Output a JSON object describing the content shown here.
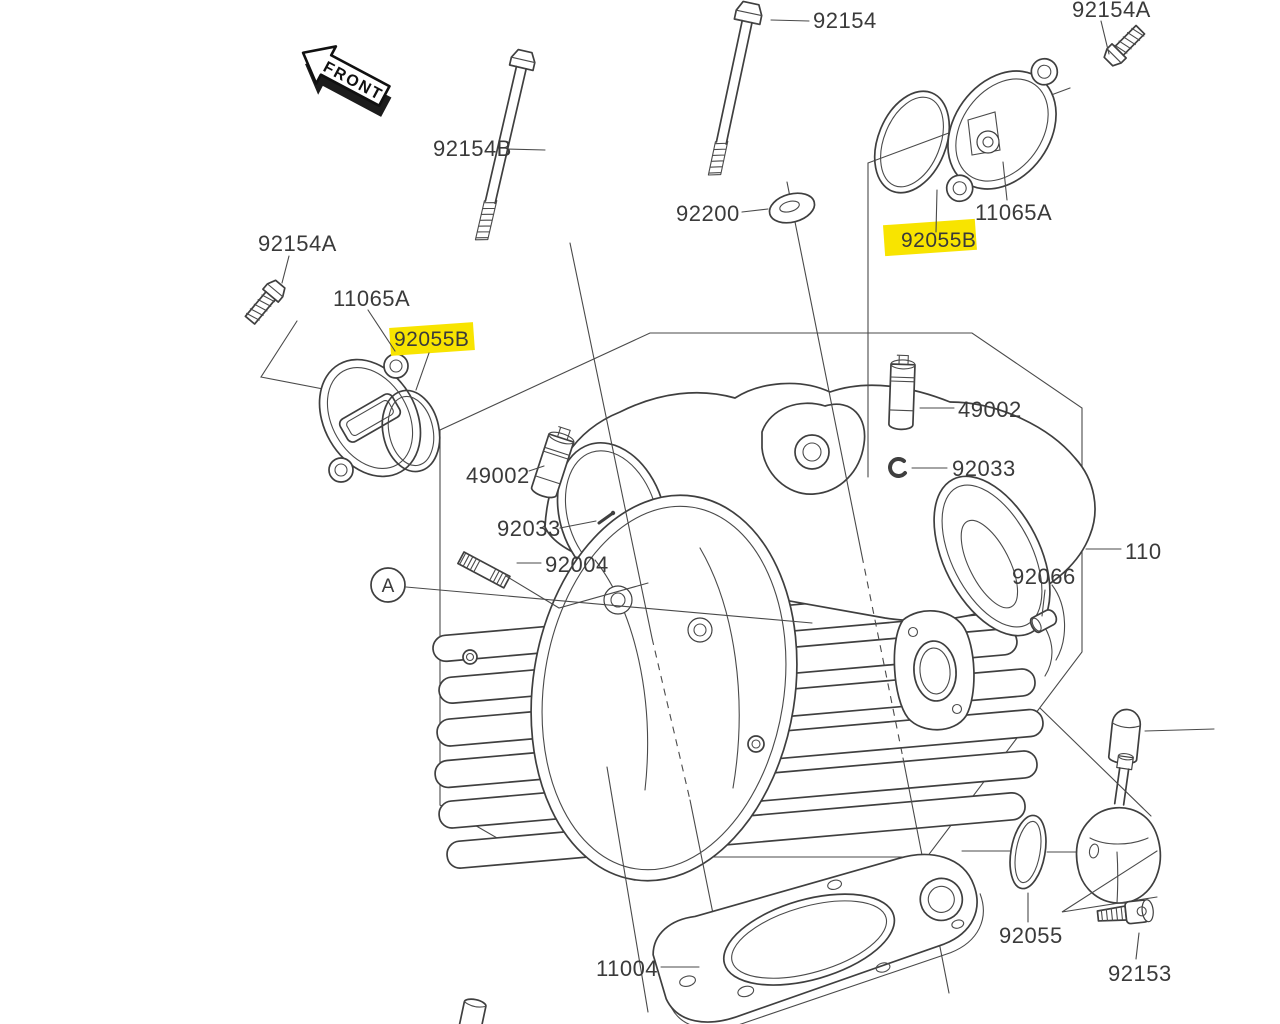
{
  "diagram": {
    "type": "exploded-parts-diagram",
    "subject": "cylinder-head",
    "front_indicator": "FRONT",
    "view_marker": "A",
    "highlight_color": "#f8e400",
    "line_color": "#3f3f3f",
    "labels": [
      {
        "id": "92154",
        "text": "92154",
        "highlighted": false
      },
      {
        "id": "92154A-top-right",
        "text": "92154A",
        "highlighted": false
      },
      {
        "id": "92154B",
        "text": "92154B",
        "highlighted": false
      },
      {
        "id": "92200",
        "text": "92200",
        "highlighted": false
      },
      {
        "id": "92055B-right",
        "text": "92055B",
        "highlighted": true
      },
      {
        "id": "11065A-right",
        "text": "11065A",
        "highlighted": false
      },
      {
        "id": "92154A-left",
        "text": "92154A",
        "highlighted": false
      },
      {
        "id": "11065A-left",
        "text": "11065A",
        "highlighted": false
      },
      {
        "id": "92055B-left",
        "text": "92055B",
        "highlighted": true
      },
      {
        "id": "49002-left",
        "text": "49002",
        "highlighted": false
      },
      {
        "id": "92033-left",
        "text": "92033",
        "highlighted": false
      },
      {
        "id": "92004",
        "text": "92004",
        "highlighted": false
      },
      {
        "id": "49002-right",
        "text": "49002",
        "highlighted": false
      },
      {
        "id": "92033-right",
        "text": "92033",
        "highlighted": false
      },
      {
        "id": "92066",
        "text": "92066",
        "highlighted": false
      },
      {
        "id": "110-partial",
        "text": "110",
        "highlighted": false
      },
      {
        "id": "92055",
        "text": "92055",
        "highlighted": false
      },
      {
        "id": "92153",
        "text": "92153",
        "highlighted": false
      },
      {
        "id": "11004",
        "text": "11004",
        "highlighted": false
      }
    ]
  }
}
